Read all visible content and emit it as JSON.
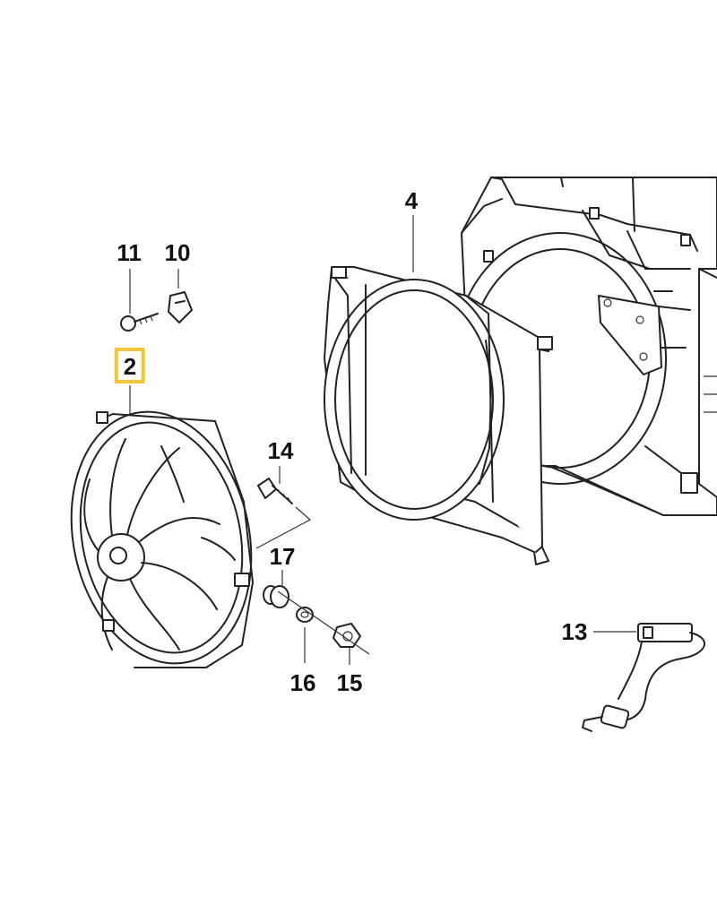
{
  "diagram": {
    "highlight_color": "#f2c531",
    "highlighted_part": "2",
    "labels": [
      {
        "id": "label-2",
        "text": "2"
      },
      {
        "id": "label-4",
        "text": "4"
      },
      {
        "id": "label-10",
        "text": "10"
      },
      {
        "id": "label-11",
        "text": "11"
      },
      {
        "id": "label-13",
        "text": "13"
      },
      {
        "id": "label-14",
        "text": "14"
      },
      {
        "id": "label-15",
        "text": "15"
      },
      {
        "id": "label-16",
        "text": "16"
      },
      {
        "id": "label-17",
        "text": "17"
      }
    ]
  }
}
